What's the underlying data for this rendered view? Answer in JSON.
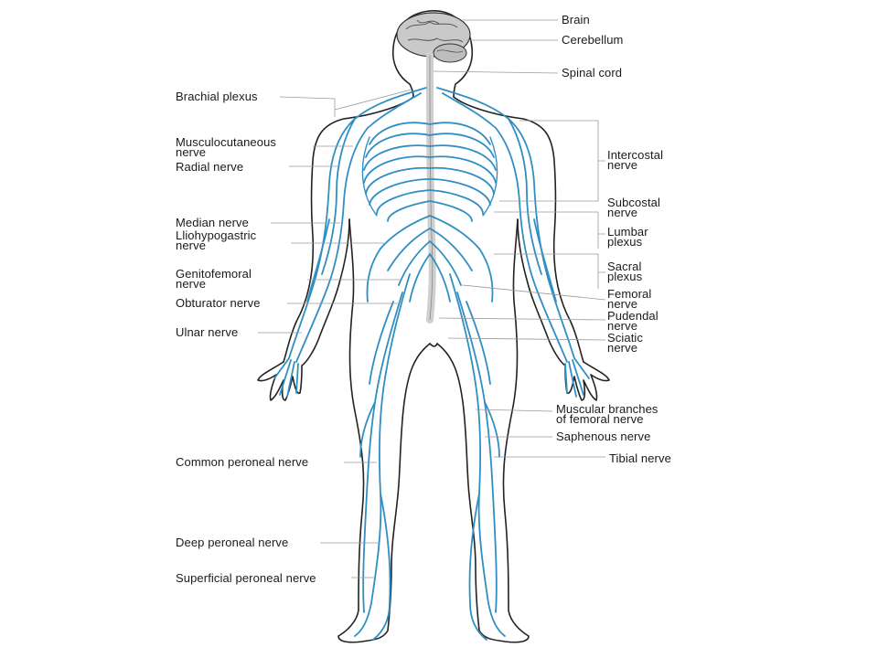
{
  "diagram": {
    "colors": {
      "nerve": "#2f8fc4",
      "outline": "#222222",
      "leader": "#9a9a9a",
      "brain": "#c9c9c9",
      "spine": "#cfcfcf"
    },
    "labels_right": [
      {
        "id": "brain",
        "text": "Brain"
      },
      {
        "id": "cerebellum",
        "text": "Cerebellum"
      },
      {
        "id": "spinal-cord",
        "text": "Spinal cord"
      },
      {
        "id": "intercostal",
        "text": "Intercostal\nnerve"
      },
      {
        "id": "subcostal",
        "text": "Subcostal\nnerve"
      },
      {
        "id": "lumbar",
        "text": "Lumbar\nplexus"
      },
      {
        "id": "sacral",
        "text": "Sacral\nplexus"
      },
      {
        "id": "femoral",
        "text": "Femoral\nnerve"
      },
      {
        "id": "pudendal",
        "text": "Pudendal\nnerve"
      },
      {
        "id": "sciatic",
        "text": "Sciatic\nnerve"
      },
      {
        "id": "muscular-branches",
        "text": "Muscular branches\nof femoral nerve"
      },
      {
        "id": "saphenous",
        "text": "Saphenous nerve"
      },
      {
        "id": "tibial",
        "text": "Tibial nerve"
      }
    ],
    "labels_left": [
      {
        "id": "brachial",
        "text": "Brachial plexus"
      },
      {
        "id": "musculocutaneous",
        "text": "Musculocutaneous\nnerve"
      },
      {
        "id": "radial",
        "text": "Radial nerve"
      },
      {
        "id": "median",
        "text": "Median nerve"
      },
      {
        "id": "iliohypogastric",
        "text": "Lliohypogastric\nnerve"
      },
      {
        "id": "genitofemoral",
        "text": "Genitofemoral\nnerve"
      },
      {
        "id": "obturator",
        "text": "Obturator nerve"
      },
      {
        "id": "ulnar",
        "text": "Ulnar nerve"
      },
      {
        "id": "common-peroneal",
        "text": "Common peroneal nerve"
      },
      {
        "id": "deep-peroneal",
        "text": "Deep peroneal nerve"
      },
      {
        "id": "superficial-peroneal",
        "text": "Superficial peroneal nerve"
      }
    ]
  }
}
